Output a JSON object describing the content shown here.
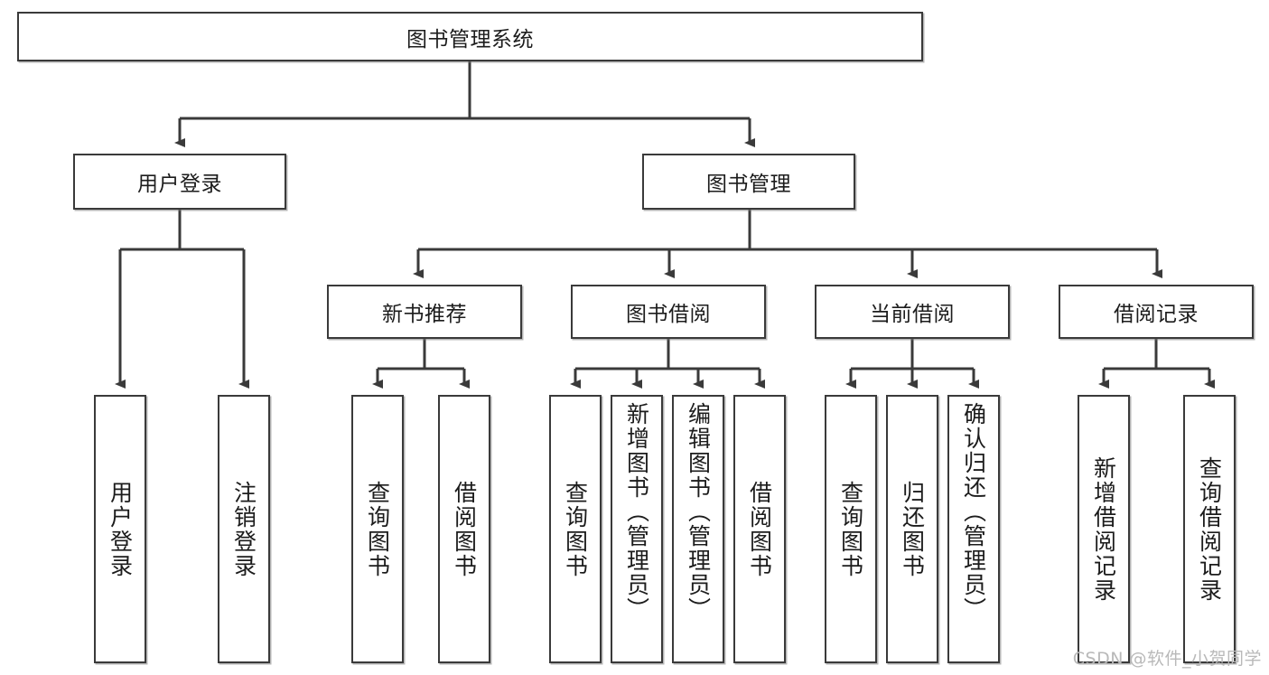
{
  "diagram": {
    "title": "图书管理系统",
    "type": "tree-hierarchy-diagram",
    "root": {
      "label": "图书管理系统"
    },
    "level1": [
      {
        "label": "用户登录"
      },
      {
        "label": "图书管理"
      }
    ],
    "level2": [
      {
        "label": "新书推荐"
      },
      {
        "label": "图书借阅"
      },
      {
        "label": "当前借阅"
      },
      {
        "label": "借阅记录"
      }
    ],
    "leaves": {
      "user_login": [
        {
          "label": "用户登录"
        },
        {
          "label": "注销登录"
        }
      ],
      "new_book_recommend": [
        {
          "label": "查询图书"
        },
        {
          "label": "借阅图书"
        }
      ],
      "book_borrow": [
        {
          "label": "查询图书"
        },
        {
          "label": "新增图书（管理员）"
        },
        {
          "label": "编辑图书（管理员）"
        },
        {
          "label": "借阅图书"
        }
      ],
      "current_borrow": [
        {
          "label": "查询图书"
        },
        {
          "label": "归还图书"
        },
        {
          "label": "确认归还（管理员）"
        }
      ],
      "borrow_record": [
        {
          "label": "新增借阅记录"
        },
        {
          "label": "查询借阅记录"
        }
      ]
    }
  },
  "watermark": {
    "text": "CSDN @软件_小贺同学"
  },
  "colors": {
    "stroke": "#3a3a3a",
    "fill": "#ffffff",
    "text": "#1c1c1c",
    "watermark": "#b9b9b9"
  }
}
